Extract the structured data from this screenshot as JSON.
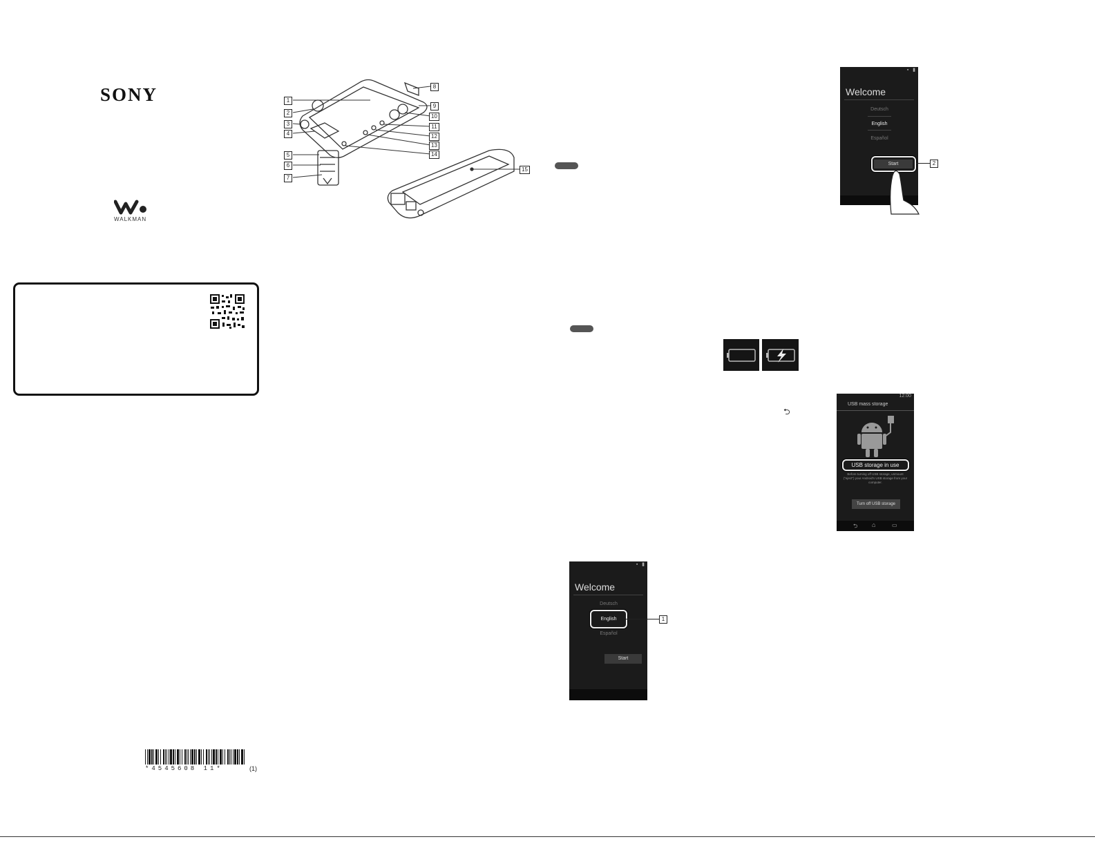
{
  "brand": {
    "sony": "SONY",
    "walkman": "WALKMAN"
  },
  "welcome_screen_1": {
    "title": "Welcome",
    "languages": [
      "Deutsch",
      "English",
      "Español"
    ],
    "start_label": "Start",
    "callout": "2"
  },
  "welcome_screen_2": {
    "title": "Welcome",
    "languages": [
      "Deutsch",
      "English",
      "Español"
    ],
    "start_label": "Start",
    "callout": "1"
  },
  "usb_screen": {
    "status_time": "12:00",
    "title": "USB mass storage",
    "in_use_label": "USB storage in use",
    "description": "Before turning off USB storage, unmount (\"eject\") your Android's USB storage from your computer.",
    "turn_off_label": "Turn off USB storage"
  },
  "device_callouts": [
    "1",
    "2",
    "3",
    "4",
    "5",
    "6",
    "7",
    "8",
    "9",
    "10",
    "11",
    "12",
    "13",
    "14",
    "15"
  ],
  "barcode": {
    "number": "*4545608 11*",
    "revision": "(1)"
  },
  "colors": {
    "screen_bg": "#1b1b1b",
    "highlight": "#eeeeee"
  }
}
